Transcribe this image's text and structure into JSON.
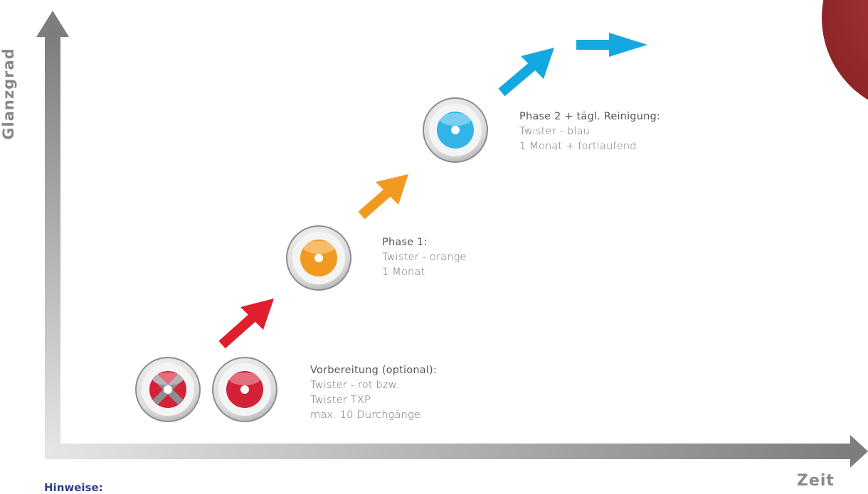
{
  "axes": {
    "y_label": "Glanzgrad",
    "x_label": "Zeit"
  },
  "notes_heading": "Hinweise:",
  "stages": [
    {
      "title": "Vorbereitung (optional):",
      "lines": [
        "Twister - rot bzw.",
        "Twister TXP",
        "max. 10 Durchgänge"
      ],
      "color": "#d42138"
    },
    {
      "title": "Phase 1:",
      "lines": [
        "Twister - orange",
        "1 Monat"
      ],
      "color": "#f29a1f"
    },
    {
      "title": "Phase 2 + tägl. Reinigung:",
      "lines": [
        "Twister - blau",
        "1 Monat + fortlaufend"
      ],
      "color": "#33b4e6"
    }
  ],
  "colors": {
    "red": "#d42138",
    "orange": "#f29a1f",
    "blue": "#14a8e2",
    "axis": "#8c8c8c",
    "corner_disc": "#9e2b2d"
  }
}
